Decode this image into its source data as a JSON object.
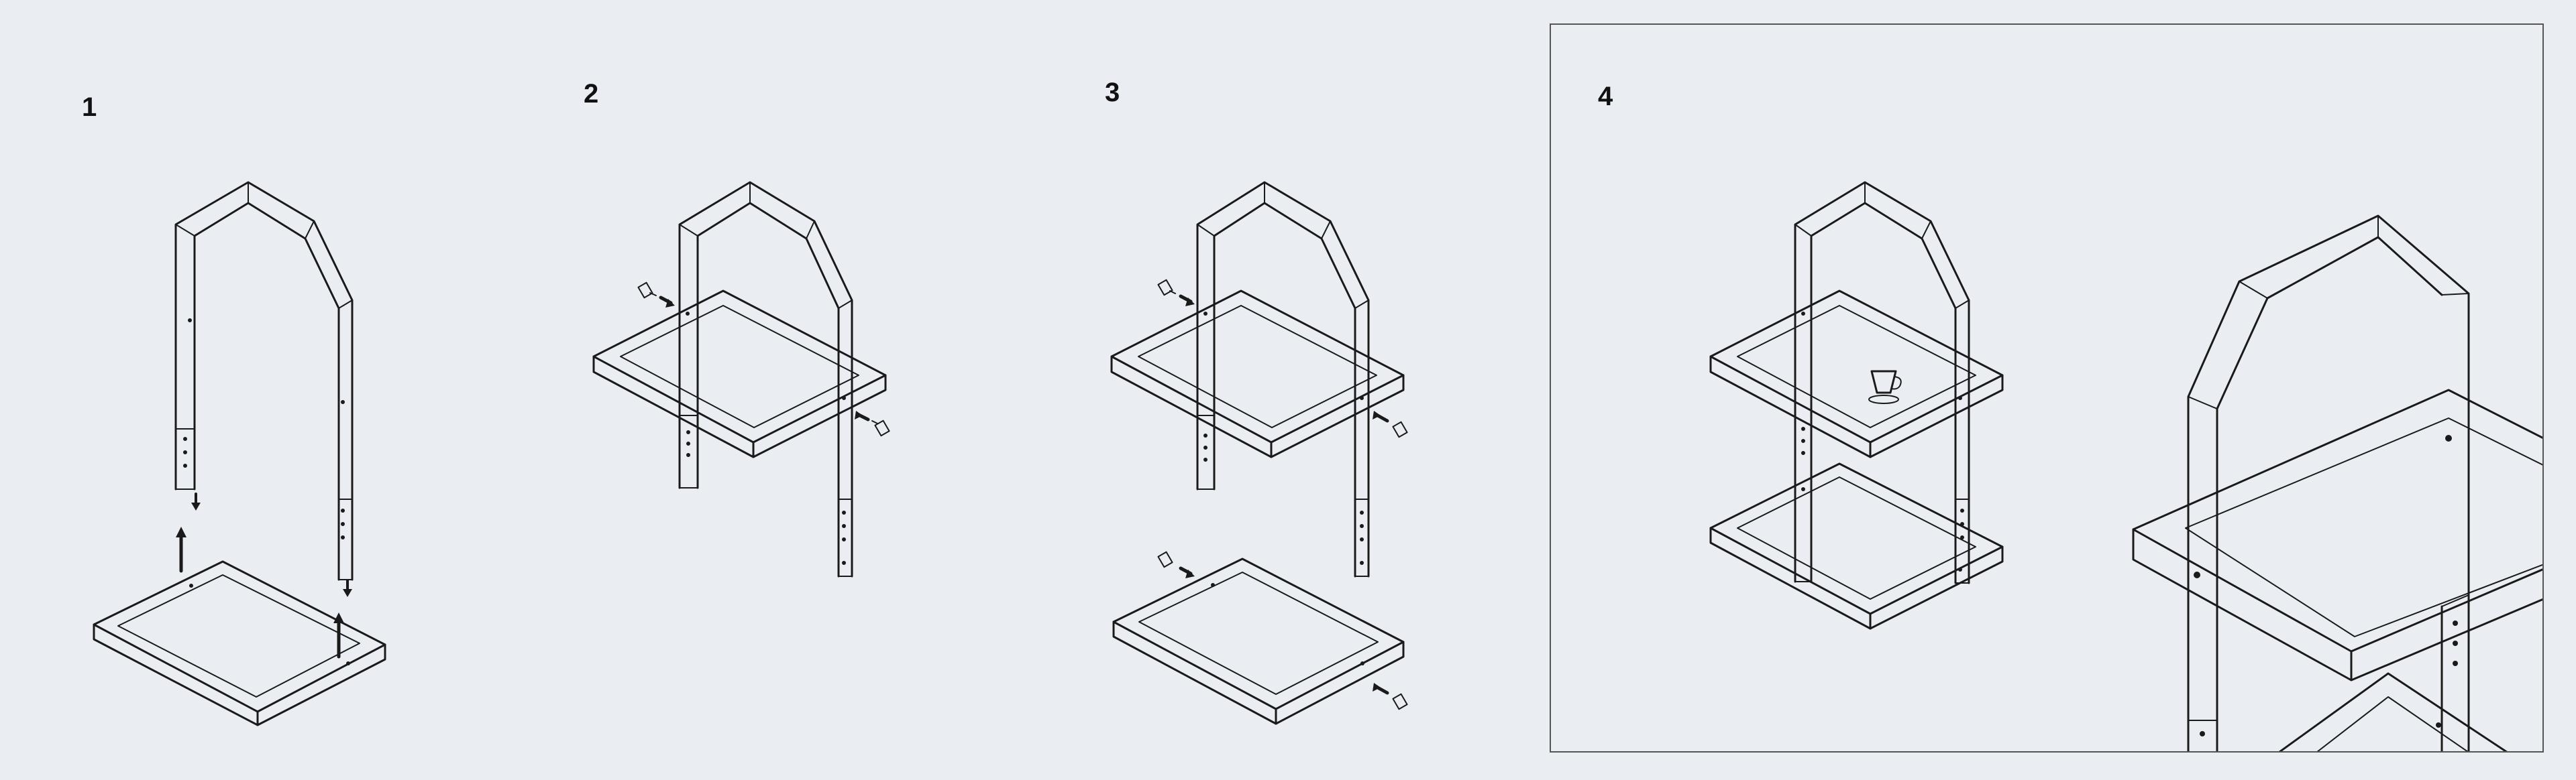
{
  "steps": [
    {
      "number": "1"
    },
    {
      "number": "2"
    },
    {
      "number": "3"
    },
    {
      "number": "4"
    }
  ],
  "icons": {
    "arrow": "arrow-icon",
    "screw": "screw-icon",
    "cup": "cup-icon"
  },
  "colors": {
    "background": "#eaeef3",
    "line": "#1a1a1a",
    "frame": "#555555"
  }
}
